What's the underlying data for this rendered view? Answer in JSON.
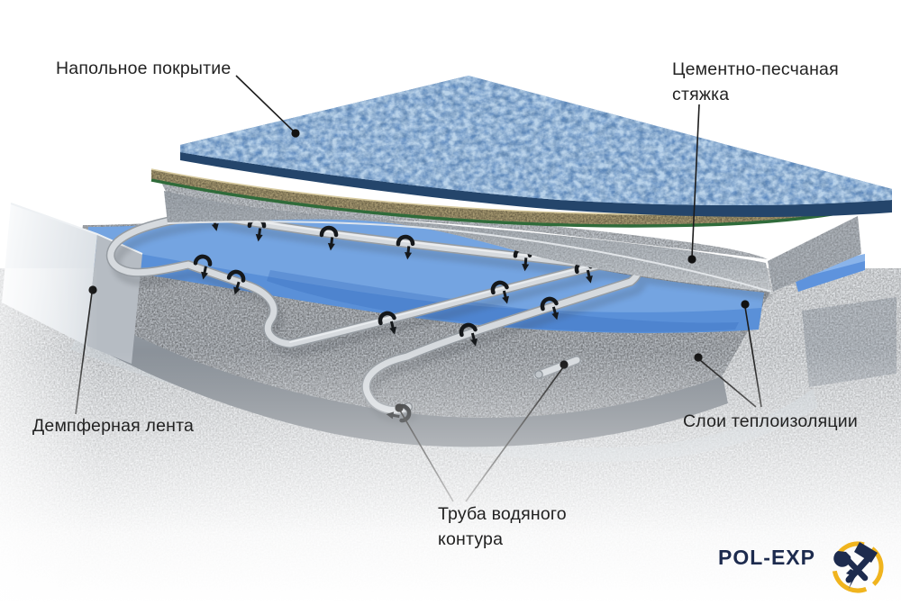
{
  "labels": {
    "floor_covering": "Напольное покрытие",
    "screed": "Цементно-песчаная стяжка",
    "damper_tape": "Демпферная лента",
    "pipe": "Труба водяного контура",
    "insulation": "Слои теплоизоляции"
  },
  "logo": {
    "text": "POL-EXP"
  },
  "colors": {
    "ink": "#222222",
    "navy": "#1d2b4e",
    "yellow": "#f0b41e",
    "carpet_blue": "#4c7db9",
    "carpet_edge": "#24456b",
    "underlay_tan": "#b6a77b",
    "trim_green": "#2f6b3a",
    "screed_gray": "#c6ccd2",
    "insulation_gray": "#c5cad0",
    "mat_blue": "#5a90d8",
    "pipe_gray": "#d6dade",
    "clip_black": "#15181b"
  }
}
